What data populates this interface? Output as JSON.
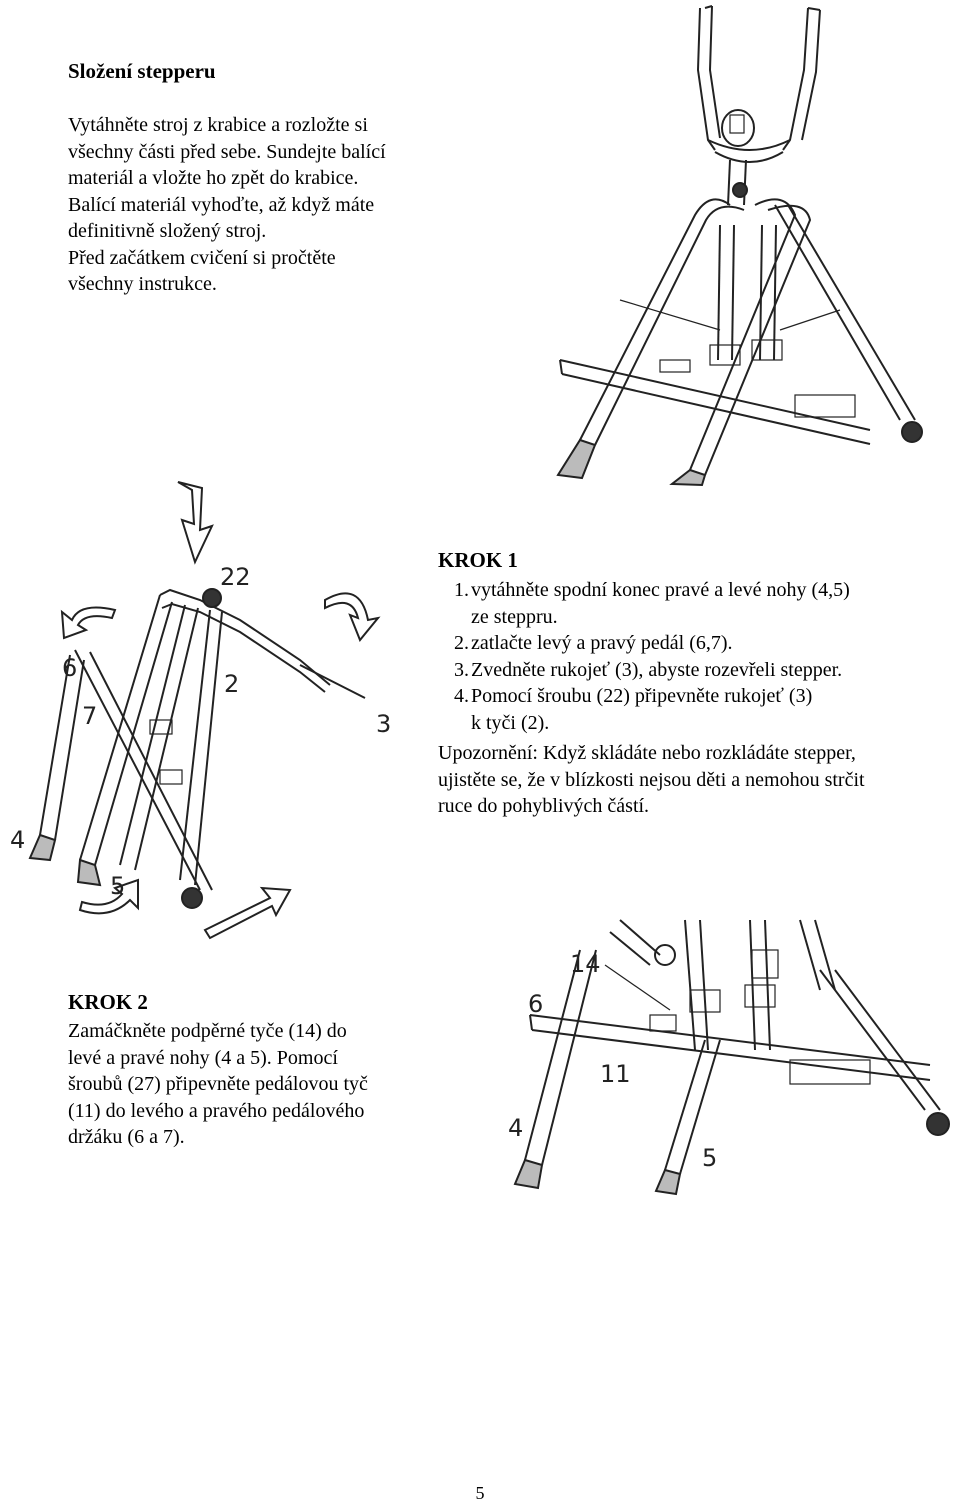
{
  "intro": {
    "title": "Složení stepperu",
    "lines": [
      "Vytáhněte stroj z krabice a rozložte si",
      "všechny části před sebe. Sundejte balící",
      "materiál a vložte ho zpět do krabice.",
      "Balící materiál vyhoďte, až když máte",
      "definitivně složený stroj.",
      "Před začátkem cvičení si pročtěte",
      "všechny instrukce."
    ]
  },
  "step1": {
    "title": "KROK 1",
    "items": [
      {
        "num": "1.",
        "lines": [
          "vytáhněte spodní konec pravé a levé nohy (4,5)",
          "ze steppru."
        ]
      },
      {
        "num": "2.",
        "lines": [
          "zatlačte levý a pravý pedál (6,7)."
        ]
      },
      {
        "num": "3.",
        "lines": [
          "Zvedněte rukojeť (3), abyste rozevřeli stepper."
        ]
      },
      {
        "num": "4.",
        "lines": [
          "Pomocí šroubu (22) připevněte rukojeť (3)",
          "k tyči (2)."
        ]
      }
    ],
    "warning_lines": [
      "Upozornění: Když skládáte nebo rozkládáte stepper,",
      "ujistěte se, že v blízkosti nejsou děti  a nemohou strčit",
      "ruce do pohyblivých částí."
    ]
  },
  "step2": {
    "title": "KROK 2",
    "lines": [
      "Zamáčkněte podpěrné tyče (14) do",
      "levé a pravé nohy (4 a 5). Pomocí",
      "šroubů (27) připevněte pedálovou tyč",
      "(11) do levého a pravého pedálového",
      "držáku (6 a 7)."
    ]
  },
  "figure_step1_labels": [
    "22",
    "6",
    "7",
    "2",
    "3",
    "4",
    "5"
  ],
  "figure_step2_labels": [
    "14",
    "6",
    "11",
    "4",
    "5"
  ],
  "page_number": "5"
}
